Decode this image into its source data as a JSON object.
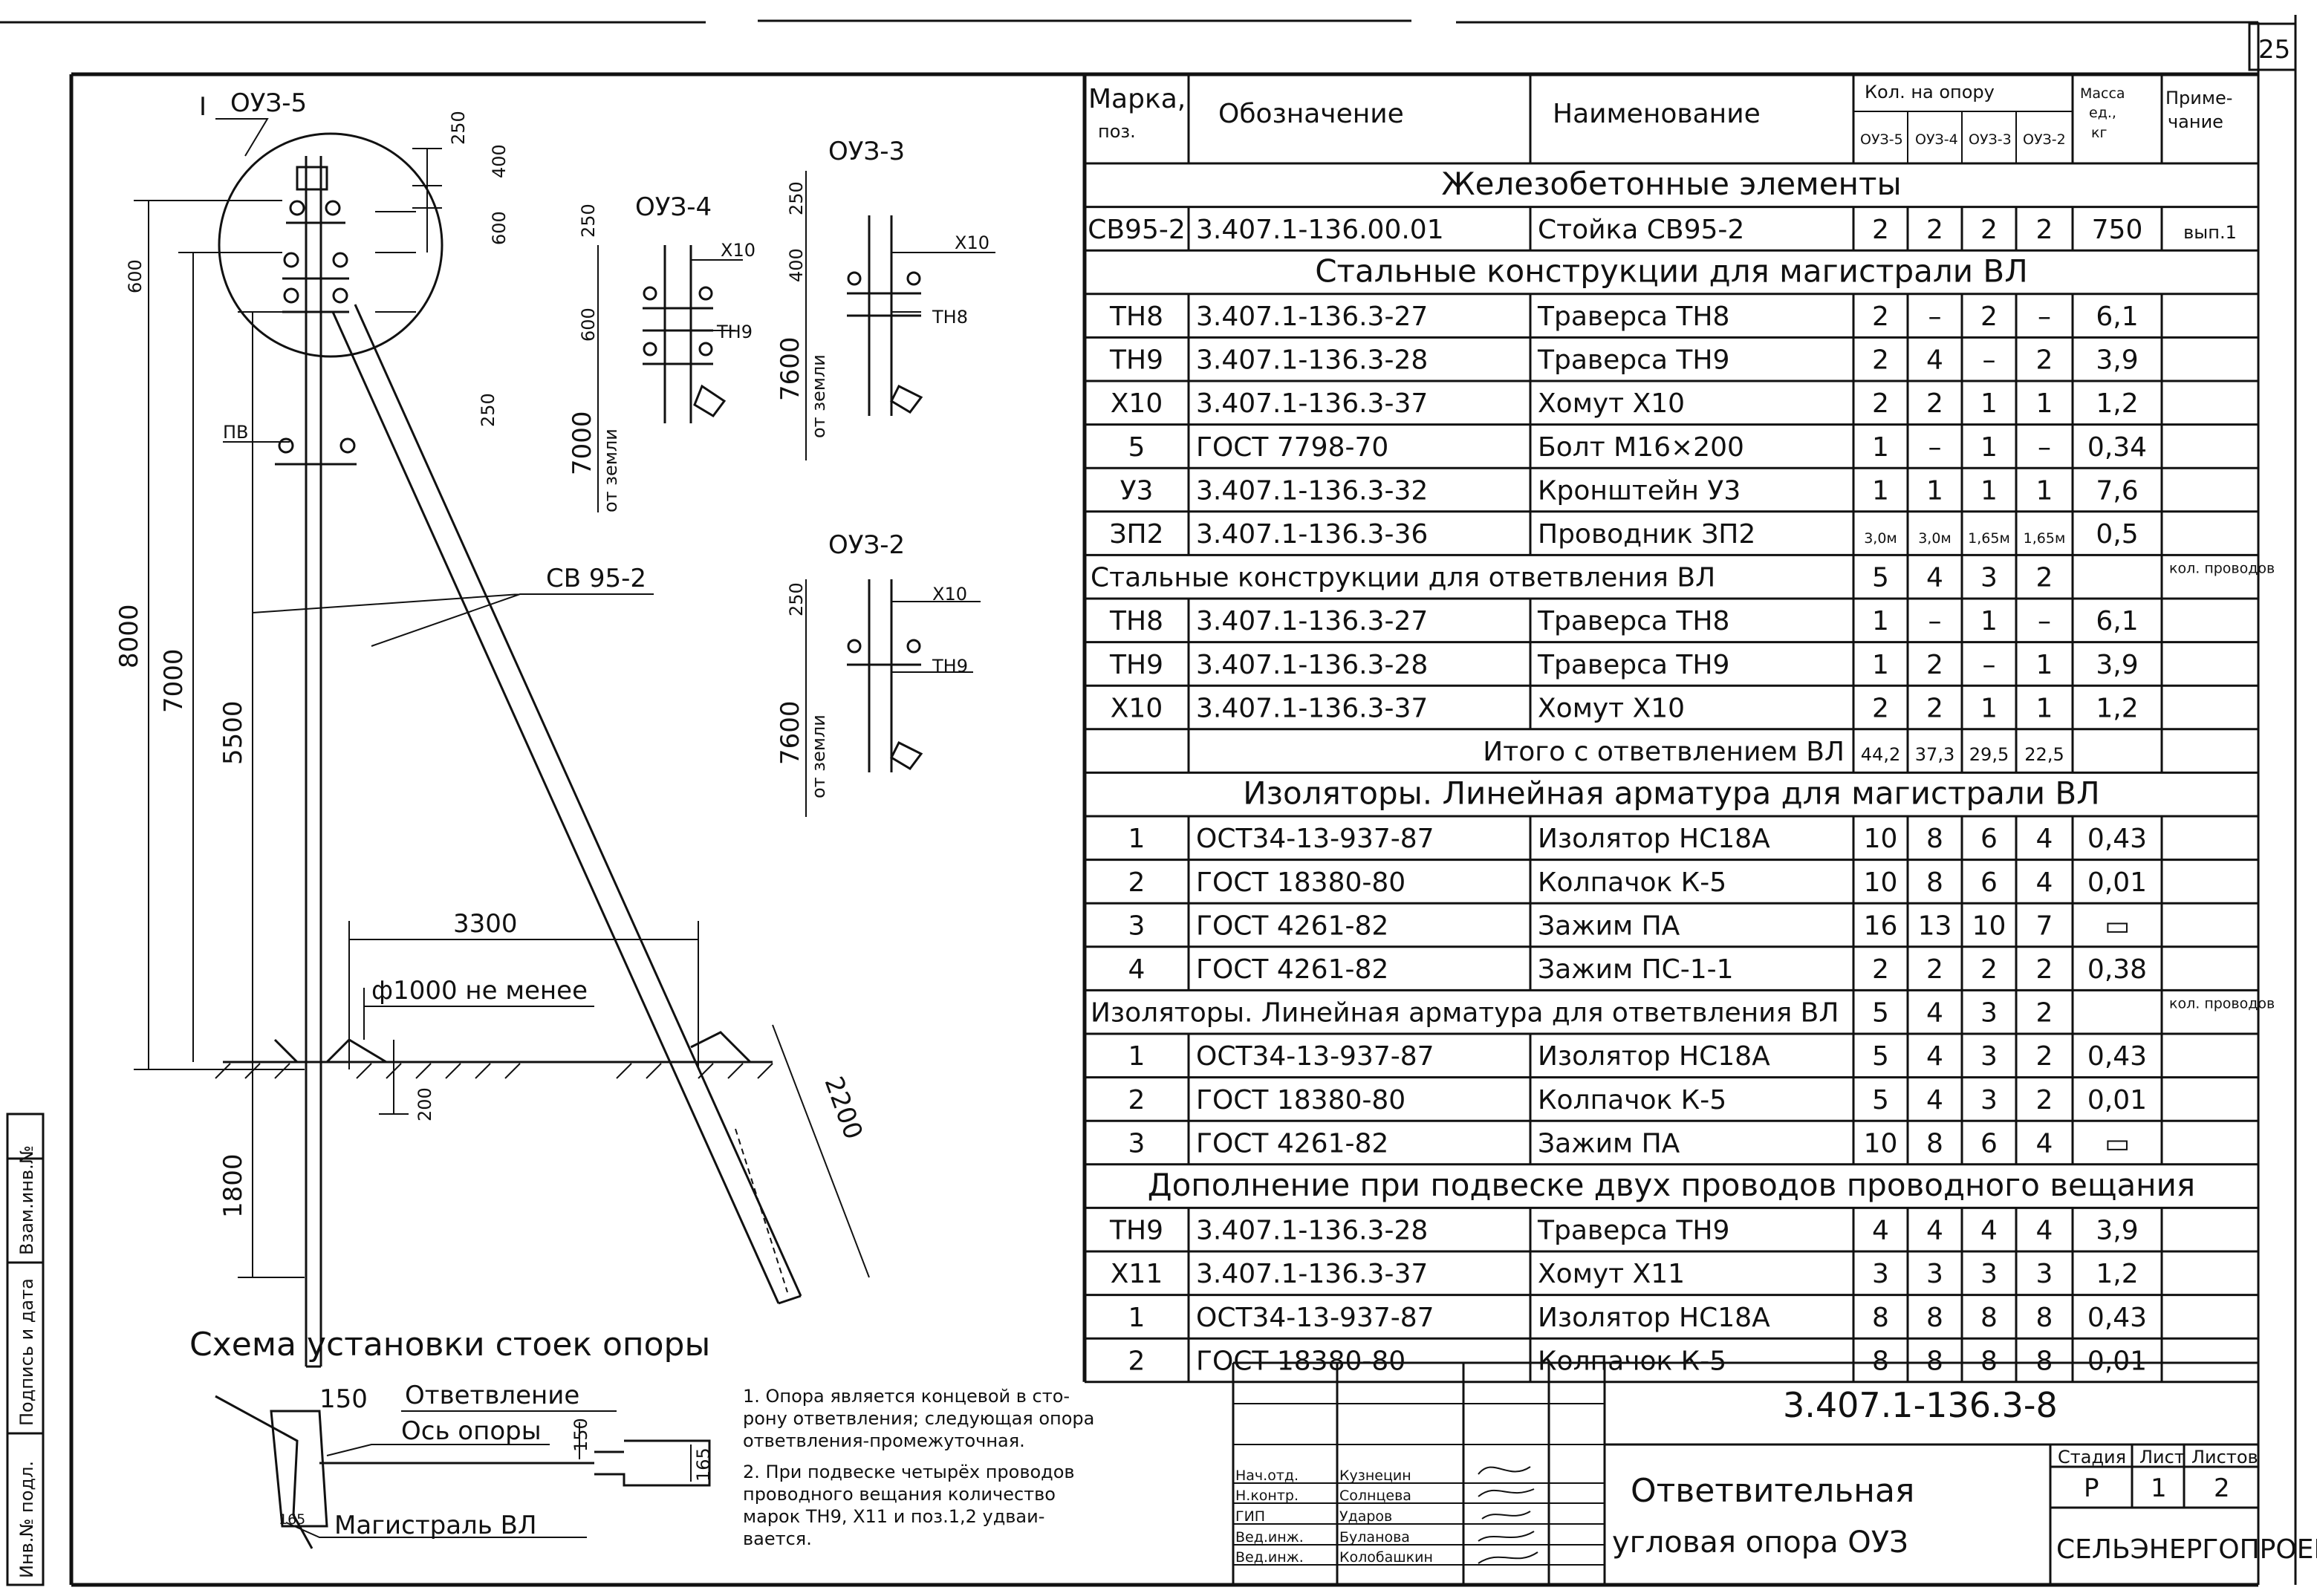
{
  "page_number": "25",
  "drawing": {
    "labels": {
      "oy35": "ОУЗ-5",
      "roman": "I",
      "oy34": "ОУЗ-4",
      "oy33": "ОУЗ-3",
      "oy32": "ОУЗ-2",
      "pb": "ПВ",
      "cb952": "СВ 95-2",
      "dia": "ф1000 не менее",
      "h8000": "8000",
      "h7000": "7000",
      "h5500": "5500",
      "h1800": "1800",
      "w3300": "3300",
      "d200": "200",
      "l2200": "2200",
      "d250a": "250",
      "d400a": "400",
      "d600a": "600",
      "d600b": "600",
      "d250b": "250",
      "n250": "250",
      "n600": "600",
      "n7000": "7000",
      "ground1": "от земли",
      "x10a": "Х10",
      "tn9a": "ТН9",
      "n7600": "7600",
      "ground2": "от земли",
      "n250c": "250",
      "n400c": "400",
      "x10b": "Х10",
      "tn8b": "ТН8",
      "n250d": "250",
      "x10c": "Х10",
      "tn9c": "ТН9",
      "n7600d": "7600",
      "ground3": "от земли"
    },
    "caption": "Схема установки стоек опоры",
    "scheme": {
      "branch": "Ответвление",
      "axis": "Ось опоры",
      "main": "Магистраль ВЛ",
      "d150a": "150",
      "d150b": "150",
      "d165a": "165",
      "d165b": "165"
    }
  },
  "notes": [
    "1. Опора является концевой в сто-",
    "рону ответвления; следующая опора",
    "ответвления-промежуточная.",
    "2. При подвеске четырёх проводов",
    "проводного вещания количество",
    "марок ТН9, Х11 и поз.1,2 удваи-",
    "вается."
  ],
  "left_strip": [
    "Инв.№ подл.",
    "Подпись и дата",
    "Взам.инв.№"
  ],
  "table": {
    "headers": {
      "mark": "Марка,",
      "pos": "поз.",
      "designation": "Обозначение",
      "name": "Наименование",
      "qty": "Кол. на опору",
      "q1": "ОУЗ-5",
      "q2": "ОУЗ-4",
      "q3": "ОУЗ-3",
      "q4": "ОУЗ-2",
      "mass1": "Масса",
      "mass2": "ед.,",
      "mass3": "кг",
      "note1": "Приме-",
      "note2": "чание"
    },
    "rows": [
      {
        "type": "section",
        "text": "Железобетонные элементы"
      },
      {
        "type": "item",
        "cells": [
          "СВ95-2",
          "3.407.1-136.00.01",
          "Стойка СВ95-2",
          "2",
          "2",
          "2",
          "2",
          "750",
          "вып.1"
        ]
      },
      {
        "type": "section",
        "text": "Стальные конструкции для магистрали ВЛ"
      },
      {
        "type": "item",
        "cells": [
          "ТН8",
          "3.407.1-136.3-27",
          "Траверса ТН8",
          "2",
          "–",
          "2",
          "–",
          "6,1",
          ""
        ]
      },
      {
        "type": "item",
        "cells": [
          "ТН9",
          "3.407.1-136.3-28",
          "Траверса ТН9",
          "2",
          "4",
          "–",
          "2",
          "3,9",
          ""
        ]
      },
      {
        "type": "item",
        "cells": [
          "Х10",
          "3.407.1-136.3-37",
          "Хомут Х10",
          "2",
          "2",
          "1",
          "1",
          "1,2",
          ""
        ]
      },
      {
        "type": "item",
        "cells": [
          "5",
          "ГОСТ 7798-70",
          "Болт М16×200",
          "1",
          "–",
          "1",
          "–",
          "0,34",
          ""
        ]
      },
      {
        "type": "item",
        "cells": [
          "У3",
          "3.407.1-136.3-32",
          "Кронштейн У3",
          "1",
          "1",
          "1",
          "1",
          "7,6",
          ""
        ]
      },
      {
        "type": "item",
        "cells": [
          "ЗП2",
          "3.407.1-136.3-36",
          "Проводник ЗП2",
          "3,0м",
          "3,0м",
          "1,65м",
          "1,65м",
          "0,5",
          ""
        ]
      },
      {
        "type": "sectionq",
        "text": "Стальные конструкции для ответвления ВЛ",
        "q": [
          "5",
          "4",
          "3",
          "2"
        ],
        "note": "кол. проводов"
      },
      {
        "type": "item",
        "cells": [
          "ТН8",
          "3.407.1-136.3-27",
          "Траверса ТН8",
          "1",
          "–",
          "1",
          "–",
          "6,1",
          ""
        ]
      },
      {
        "type": "item",
        "cells": [
          "ТН9",
          "3.407.1-136.3-28",
          "Траверса ТН9",
          "1",
          "2",
          "–",
          "1",
          "3,9",
          ""
        ]
      },
      {
        "type": "item",
        "cells": [
          "Х10",
          "3.407.1-136.3-37",
          "Хомут Х10",
          "2",
          "2",
          "1",
          "1",
          "1,2",
          ""
        ]
      },
      {
        "type": "total",
        "text": "Итого с ответвлением ВЛ",
        "q": [
          "44,2",
          "37,3",
          "29,5",
          "22,5"
        ]
      },
      {
        "type": "section",
        "text": "Изоляторы. Линейная арматура для магистрали ВЛ"
      },
      {
        "type": "item",
        "cells": [
          "1",
          "ОСТ34-13-937-87",
          "Изолятор НС18А",
          "10",
          "8",
          "6",
          "4",
          "0,43",
          ""
        ]
      },
      {
        "type": "item",
        "cells": [
          "2",
          "ГОСТ 18380-80",
          "Колпачок К-5",
          "10",
          "8",
          "6",
          "4",
          "0,01",
          ""
        ]
      },
      {
        "type": "item",
        "cells": [
          "3",
          "ГОСТ 4261-82",
          "Зажим ПА",
          "16",
          "13",
          "10",
          "7",
          "▭",
          ""
        ]
      },
      {
        "type": "item",
        "cells": [
          "4",
          "ГОСТ 4261-82",
          "Зажим ПС-1-1",
          "2",
          "2",
          "2",
          "2",
          "0,38",
          ""
        ]
      },
      {
        "type": "sectionq",
        "text": "Изоляторы. Линейная арматура для ответвления ВЛ",
        "q": [
          "5",
          "4",
          "3",
          "2"
        ],
        "note": "кол. проводов"
      },
      {
        "type": "item",
        "cells": [
          "1",
          "ОСТ34-13-937-87",
          "Изолятор НС18А",
          "5",
          "4",
          "3",
          "2",
          "0,43",
          ""
        ]
      },
      {
        "type": "item",
        "cells": [
          "2",
          "ГОСТ 18380-80",
          "Колпачок К-5",
          "5",
          "4",
          "3",
          "2",
          "0,01",
          ""
        ]
      },
      {
        "type": "item",
        "cells": [
          "3",
          "ГОСТ 4261-82",
          "Зажим ПА",
          "10",
          "8",
          "6",
          "4",
          "▭",
          ""
        ]
      },
      {
        "type": "section",
        "text": "Дополнение при подвеске двух проводов проводного вещания"
      },
      {
        "type": "item",
        "cells": [
          "ТН9",
          "3.407.1-136.3-28",
          "Траверса ТН9",
          "4",
          "4",
          "4",
          "4",
          "3,9",
          ""
        ]
      },
      {
        "type": "item",
        "cells": [
          "Х11",
          "3.407.1-136.3-37",
          "Хомут Х11",
          "3",
          "3",
          "3",
          "3",
          "1,2",
          ""
        ]
      },
      {
        "type": "item",
        "cells": [
          "1",
          "ОСТ34-13-937-87",
          "Изолятор НС18А",
          "8",
          "8",
          "8",
          "8",
          "0,43",
          ""
        ]
      },
      {
        "type": "item",
        "cells": [
          "2",
          "ГОСТ 18380-80",
          "Колпачок К-5",
          "8",
          "8",
          "8",
          "8",
          "0,01",
          ""
        ]
      }
    ]
  },
  "title_block": {
    "code": "3.407.1-136.3-8",
    "title1": "Ответвительная",
    "title2": "угловая опора ОУЗ",
    "stage_h": "Стадия",
    "sheet_h": "Лист",
    "sheets_h": "Листов",
    "stage": "Р",
    "sheet": "1",
    "sheets": "2",
    "org": "СЕЛЬЭНЕРГОПРОЕКТ",
    "people": [
      {
        "role": "Нач.отд.",
        "name": "Кузнецин"
      },
      {
        "role": "Н.контр.",
        "name": "Солнцева"
      },
      {
        "role": "ГИП",
        "name": "Ударов"
      },
      {
        "role": "Вед.инж.",
        "name": "Буланова"
      },
      {
        "role": "Вед.инж.",
        "name": "Колобашкин"
      }
    ]
  }
}
